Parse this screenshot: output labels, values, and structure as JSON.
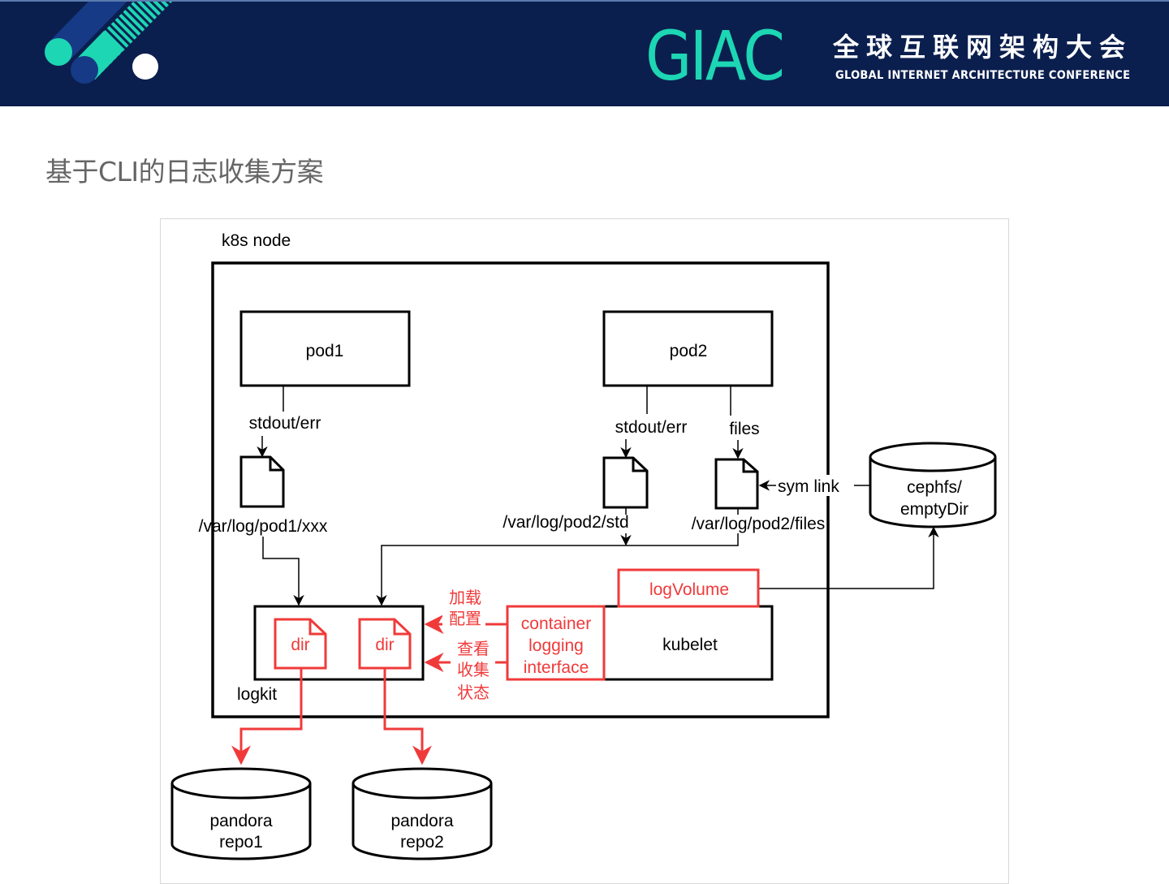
{
  "header": {
    "brand": "GIAC",
    "conference_cn": "全球互联网架构大会",
    "conference_en": "GLOBAL INTERNET ARCHITECTURE CONFERENCE",
    "colors": {
      "background": "#0b1f4e",
      "accent": "#1dd6b4",
      "secondary": "#163a85"
    }
  },
  "slide": {
    "title": "基于CLI的日志收集方案"
  },
  "diagram": {
    "colors": {
      "stroke": "#000000",
      "highlight": "#f03a3a"
    },
    "node_label": "k8s node",
    "pods": [
      {
        "label": "pod1"
      },
      {
        "label": "pod2"
      }
    ],
    "streams": {
      "pod1_stdout": "stdout/err",
      "pod2_stdout": "stdout/err",
      "pod2_files": "files"
    },
    "files": [
      {
        "path": "/var/log/pod1/xxx"
      },
      {
        "path": "/var/log/pod2/std"
      },
      {
        "path": "/var/log/pod2/files"
      }
    ],
    "sym_link": "sym link",
    "storage": {
      "line1": "cephfs/",
      "line2": "emptyDir"
    },
    "logkit": {
      "label": "logkit",
      "dirs": [
        "dir",
        "dir"
      ]
    },
    "cli_labels": {
      "load_config": [
        "加载",
        "配置"
      ],
      "view_status": [
        "查看",
        "收集",
        "状态"
      ]
    },
    "cli": {
      "lines": [
        "container",
        "logging",
        "interface"
      ]
    },
    "kubelet": "kubelet",
    "log_volume": "logVolume",
    "repos": [
      {
        "line1": "pandora",
        "line2": "repo1"
      },
      {
        "line1": "pandora",
        "line2": "repo2"
      }
    ]
  }
}
